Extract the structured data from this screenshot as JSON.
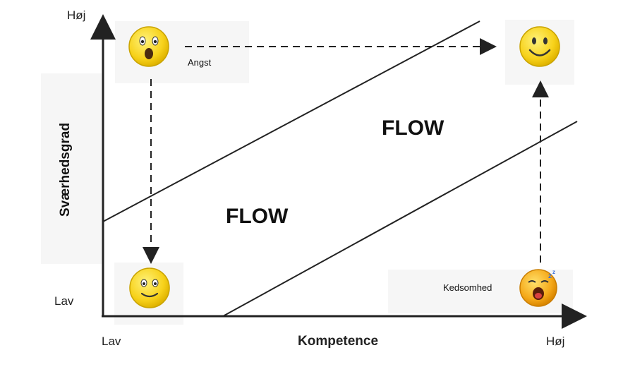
{
  "diagram": {
    "y_axis": {
      "title": "Sværhedsgrad",
      "high": "Høj",
      "low": "Lav"
    },
    "x_axis": {
      "title": "Kompetence",
      "low": "Lav",
      "high": "Høj"
    },
    "regions": {
      "flow_upper": "FLOW",
      "flow_lower": "FLOW"
    },
    "states": {
      "anxiety": "Angst",
      "boredom": "Kedsomhed"
    },
    "colors": {
      "axis": "#222222",
      "smiley_fill": "#f7d21b",
      "smiley_stroke": "#c9a300",
      "line": "#222222"
    }
  }
}
